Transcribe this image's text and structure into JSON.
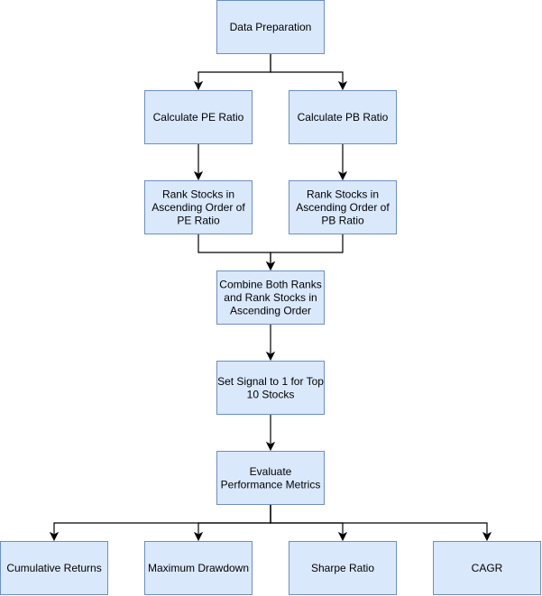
{
  "diagram": {
    "colors": {
      "box_fill": "#dae8fc",
      "box_stroke": "#6c8ebf",
      "edge": "#000000",
      "text": "#000000"
    },
    "nodes": {
      "data_prep": {
        "lines": [
          "Data Preparation"
        ]
      },
      "calc_pe": {
        "lines": [
          "Calculate PE Ratio"
        ]
      },
      "calc_pb": {
        "lines": [
          "Calculate PB Ratio"
        ]
      },
      "rank_pe": {
        "lines": [
          "Rank Stocks in",
          "Ascending Order of",
          "PE Ratio"
        ]
      },
      "rank_pb": {
        "lines": [
          "Rank Stocks in",
          "Ascending Order of",
          "PB Ratio"
        ]
      },
      "combine": {
        "lines": [
          "Combine Both Ranks",
          "and Rank Stocks in",
          "Ascending Order"
        ]
      },
      "signal": {
        "lines": [
          "Set Signal to 1 for Top",
          "10 Stocks"
        ]
      },
      "evaluate": {
        "lines": [
          "Evaluate",
          "Performance Metrics"
        ]
      },
      "cum_returns": {
        "lines": [
          "Cumulative Returns"
        ]
      },
      "max_drawdown": {
        "lines": [
          "Maximum Drawdown"
        ]
      },
      "sharpe": {
        "lines": [
          "Sharpe Ratio"
        ]
      },
      "cagr": {
        "lines": [
          "CAGR"
        ]
      }
    },
    "edges": [
      {
        "from": "data_prep",
        "to": "calc_pe"
      },
      {
        "from": "data_prep",
        "to": "calc_pb"
      },
      {
        "from": "calc_pe",
        "to": "rank_pe"
      },
      {
        "from": "calc_pb",
        "to": "rank_pb"
      },
      {
        "from": "rank_pe",
        "to": "combine"
      },
      {
        "from": "rank_pb",
        "to": "combine"
      },
      {
        "from": "combine",
        "to": "signal"
      },
      {
        "from": "signal",
        "to": "evaluate"
      },
      {
        "from": "evaluate",
        "to": "cum_returns"
      },
      {
        "from": "evaluate",
        "to": "max_drawdown"
      },
      {
        "from": "evaluate",
        "to": "sharpe"
      },
      {
        "from": "evaluate",
        "to": "cagr"
      }
    ]
  }
}
